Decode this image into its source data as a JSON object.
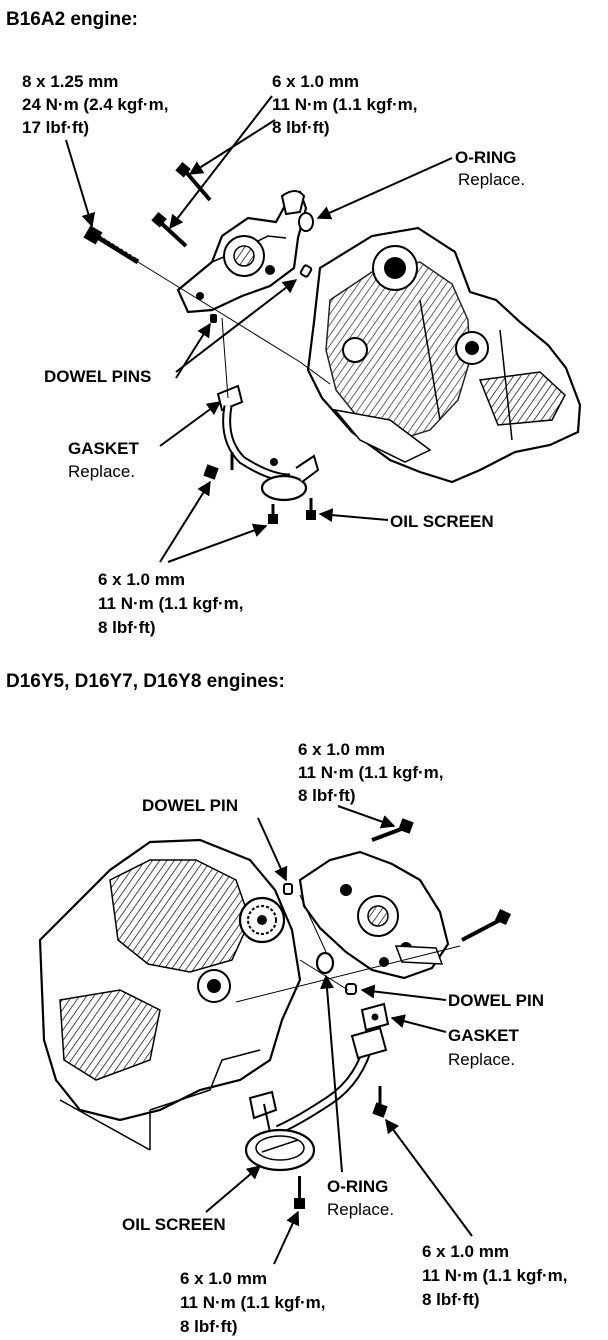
{
  "sections": [
    {
      "heading": "B16A2 engine:",
      "callouts": {
        "bolt_8x125": [
          "8 x 1.25 mm",
          "24 N·m (2.4 kgf·m,",
          "17 lbf·ft)"
        ],
        "bolt_6x10_top": [
          "6 x 1.0 mm",
          "11 N·m (1.1 kgf·m,",
          "8 lbf·ft)"
        ],
        "o_ring": [
          "O-RING",
          "Replace."
        ],
        "dowel_pins": "DOWEL PINS",
        "gasket": [
          "GASKET",
          "Replace."
        ],
        "oil_screen": "OIL SCREEN",
        "bolt_6x10_bottom": [
          "6 x 1.0 mm",
          "11 N·m (1.1 kgf·m,",
          "8 lbf·ft)"
        ]
      }
    },
    {
      "heading": "D16Y5, D16Y7, D16Y8 engines:",
      "callouts": {
        "bolt_6x10_top": [
          "6 x 1.0 mm",
          "11 N·m (1.1 kgf·m,",
          "8 lbf·ft)"
        ],
        "dowel_pin_left": "DOWEL PIN",
        "dowel_pin_right": "DOWEL PIN",
        "gasket": [
          "GASKET",
          "Replace."
        ],
        "o_ring": [
          "O-RING",
          "Replace."
        ],
        "oil_screen": "OIL SCREEN",
        "bolt_6x10_bottom_left": [
          "6 x 1.0 mm",
          "11 N·m (1.1 kgf·m,",
          "8 lbf·ft)"
        ],
        "bolt_6x10_bottom_right": [
          "6 x 1.0 mm",
          "11 N·m (1.1 kgf·m,",
          "8 lbf·ft)"
        ]
      }
    }
  ]
}
